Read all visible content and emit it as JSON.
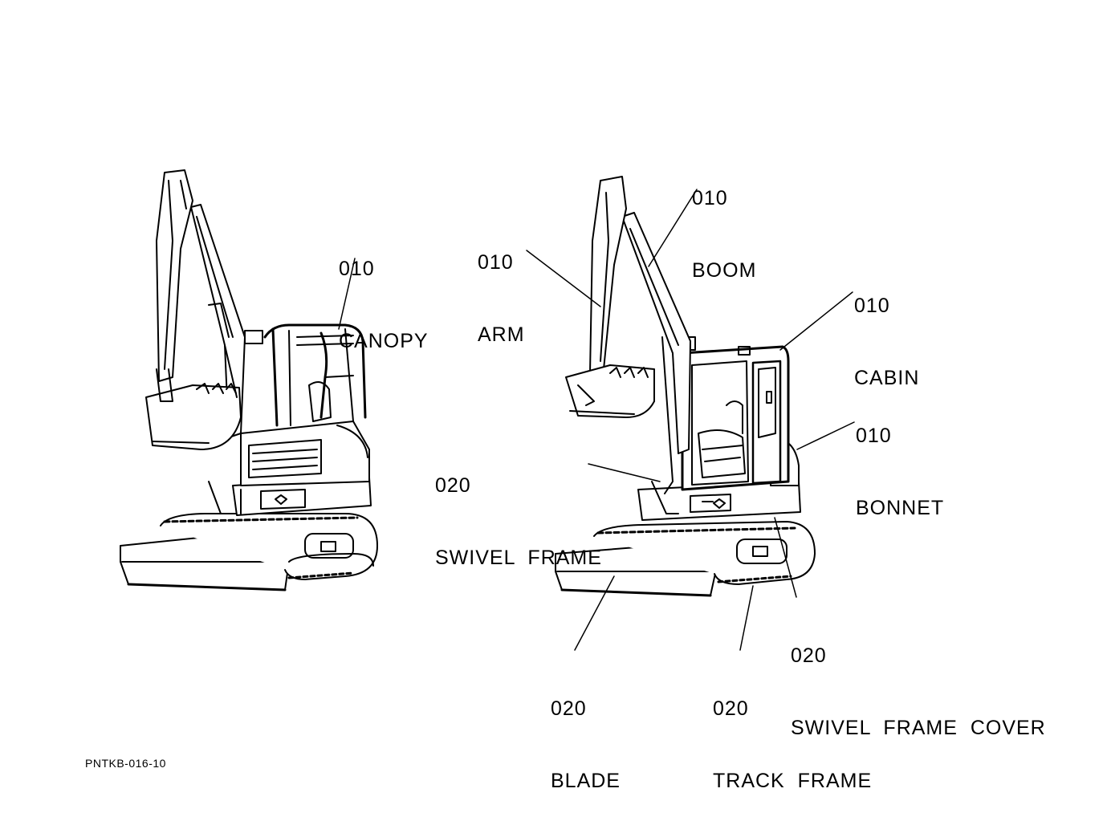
{
  "labels": {
    "canopy": {
      "num": "010",
      "name": "CANOPY"
    },
    "arm": {
      "num": "010",
      "name": "ARM"
    },
    "boom": {
      "num": "010",
      "name": "BOOM"
    },
    "cabin": {
      "num": "010",
      "name": "CABIN"
    },
    "bonnet": {
      "num": "010",
      "name": "BONNET"
    },
    "swivel_frame": {
      "num": "020",
      "name": "SWIVEL  FRAME"
    },
    "swivel_frame_cover": {
      "num": "020",
      "name": "SWIVEL  FRAME  COVER"
    },
    "blade": {
      "num": "020",
      "name": "BLADE"
    },
    "track_frame": {
      "num": "020",
      "name": "TRACK  FRAME"
    }
  },
  "drawing_code": "PNTKB-016-10"
}
